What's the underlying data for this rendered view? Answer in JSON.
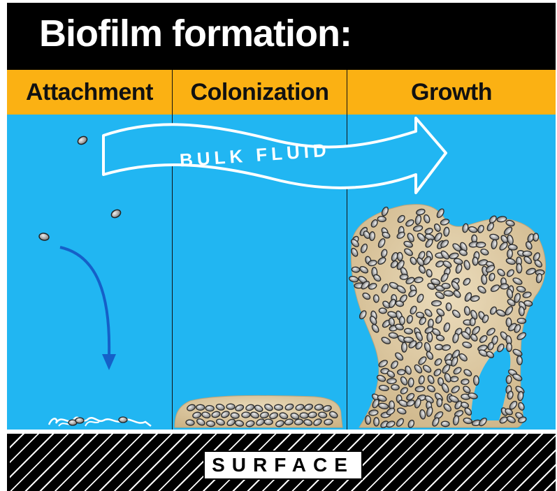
{
  "title": "Biofilm formation:",
  "stages": [
    {
      "label": "Attachment"
    },
    {
      "label": "Colonization"
    },
    {
      "label": "Growth"
    }
  ],
  "flow_label": "BULK FLUID",
  "surface_label": "SURFACE",
  "colors": {
    "title_bg": "#000000",
    "stage_bar": "#fbb113",
    "fluid": "#21b6f2",
    "biofilm": "#d8c39a",
    "cell": "#9a9a9a",
    "arrow": "#1560c8"
  }
}
